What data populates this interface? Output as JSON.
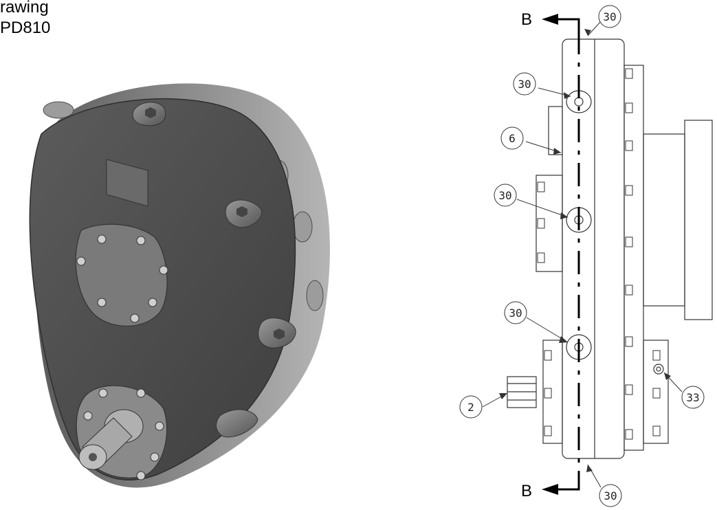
{
  "title": {
    "line1": "rawing",
    "line2": "PD810"
  },
  "section": {
    "top_label": "B",
    "bottom_label": "B"
  },
  "callouts": [
    {
      "id": "c-top",
      "label": "30"
    },
    {
      "id": "c-upper",
      "label": "30"
    },
    {
      "id": "c-6",
      "label": "6"
    },
    {
      "id": "c-mid",
      "label": "30"
    },
    {
      "id": "c-lower",
      "label": "30"
    },
    {
      "id": "c-2",
      "label": "2"
    },
    {
      "id": "c-33",
      "label": "33"
    },
    {
      "id": "c-bottom",
      "label": "30"
    }
  ]
}
